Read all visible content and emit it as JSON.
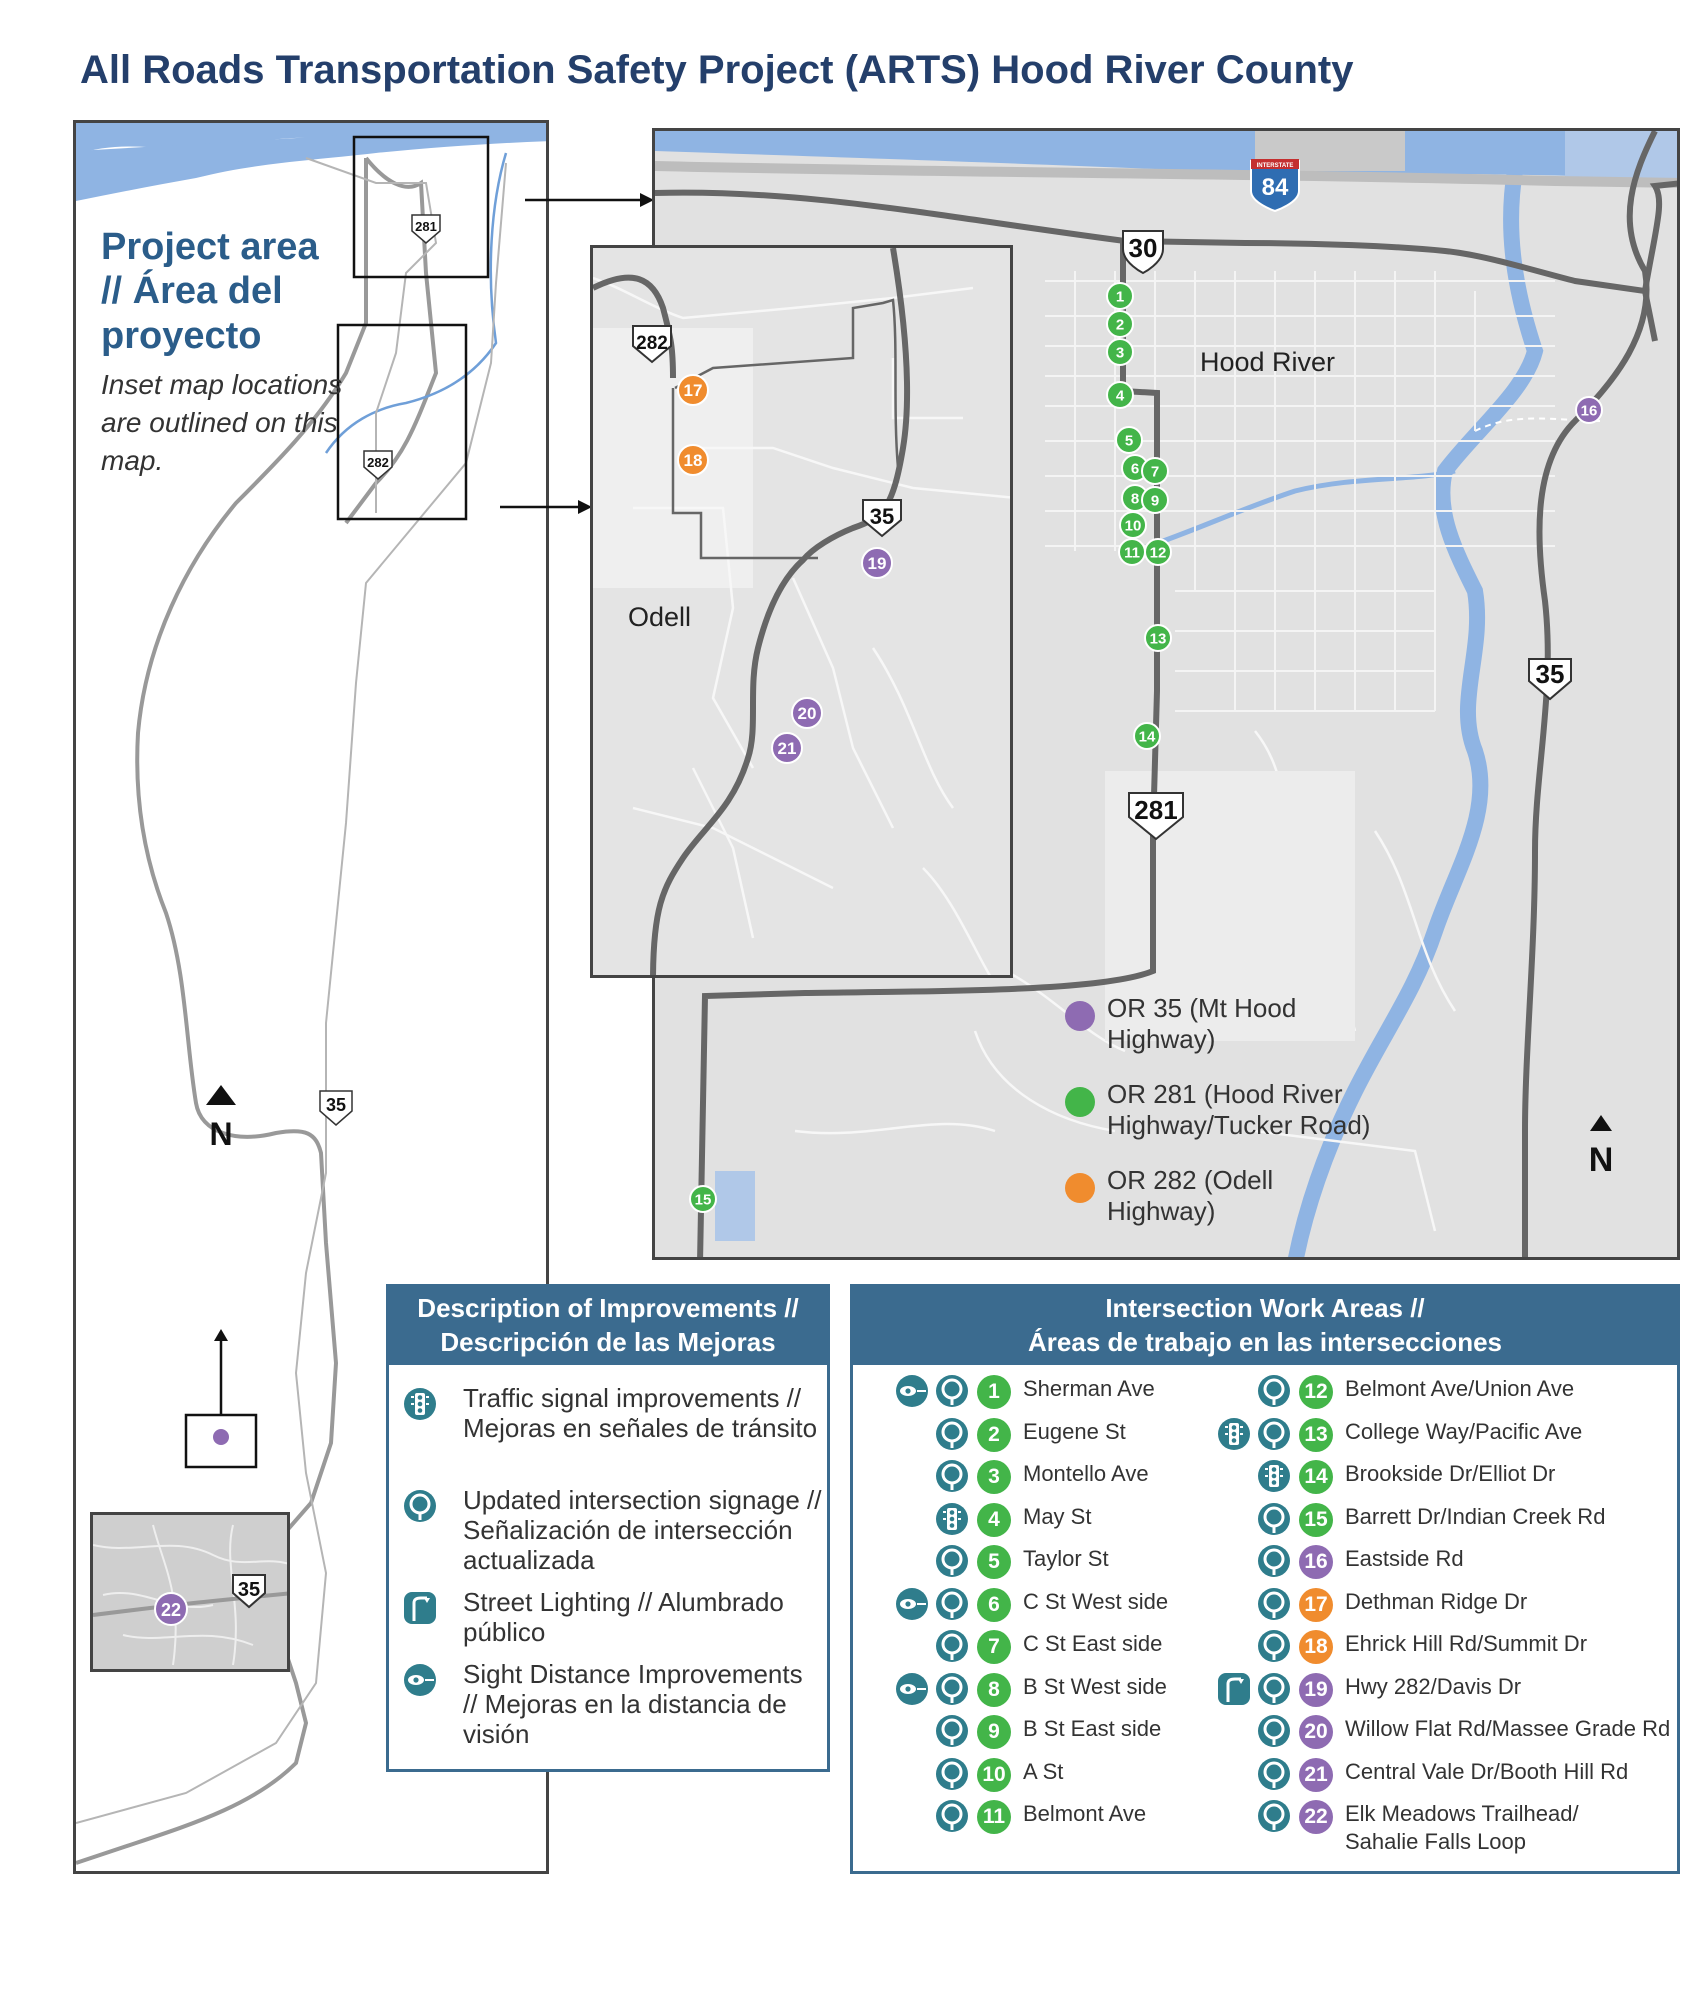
{
  "title": "All Roads Transportation Safety Project (ARTS) Hood River County",
  "overview": {
    "title_line1": "Project area",
    "title_line2": "// Área del",
    "title_line3": "proyecto",
    "note": "Inset map locations are outlined on this map.",
    "north_label": "N",
    "shields": [
      "281",
      "282",
      "35"
    ]
  },
  "main_map": {
    "place_label": "Hood River",
    "shields": [
      "84",
      "30",
      "35",
      "281"
    ],
    "interstate_banner": "INTERSTATE",
    "north_label": "N",
    "markers": [
      {
        "n": "1",
        "route": "OR 281",
        "color": "#43b549"
      },
      {
        "n": "2",
        "route": "OR 281",
        "color": "#43b549"
      },
      {
        "n": "3",
        "route": "OR 281",
        "color": "#43b549"
      },
      {
        "n": "4",
        "route": "OR 281",
        "color": "#43b549"
      },
      {
        "n": "5",
        "route": "OR 281",
        "color": "#43b549"
      },
      {
        "n": "6",
        "route": "OR 281",
        "color": "#43b549"
      },
      {
        "n": "7",
        "route": "OR 281",
        "color": "#43b549"
      },
      {
        "n": "8",
        "route": "OR 281",
        "color": "#43b549"
      },
      {
        "n": "9",
        "route": "OR 281",
        "color": "#43b549"
      },
      {
        "n": "10",
        "route": "OR 281",
        "color": "#43b549"
      },
      {
        "n": "11",
        "route": "OR 281",
        "color": "#43b549"
      },
      {
        "n": "12",
        "route": "OR 281",
        "color": "#43b549"
      },
      {
        "n": "13",
        "route": "OR 281",
        "color": "#43b549"
      },
      {
        "n": "14",
        "route": "OR 281",
        "color": "#43b549"
      },
      {
        "n": "15",
        "route": "OR 281",
        "color": "#43b549"
      },
      {
        "n": "16",
        "route": "OR 35",
        "color": "#8e6bb2"
      }
    ],
    "route_legend": [
      {
        "label": "OR 35 (Mt Hood Highway)",
        "color": "#8e6bb2"
      },
      {
        "label": "OR 281 (Hood River Highway/Tucker Road)",
        "color": "#43b549"
      },
      {
        "label": "OR 282 (Odell Highway)",
        "color": "#f08c2e"
      }
    ]
  },
  "odell_inset": {
    "place_label": "Odell",
    "shields": [
      "282",
      "35"
    ],
    "markers": [
      {
        "n": "17",
        "color": "#f08c2e"
      },
      {
        "n": "18",
        "color": "#f08c2e"
      },
      {
        "n": "19",
        "color": "#8e6bb2"
      },
      {
        "n": "20",
        "color": "#8e6bb2"
      },
      {
        "n": "21",
        "color": "#8e6bb2"
      }
    ]
  },
  "eastside_inset": {
    "shield": "35",
    "marker": {
      "n": "22",
      "color": "#8e6bb2"
    }
  },
  "improvements_legend": {
    "heading_line1": "Description of Improvements //",
    "heading_line2": "Descripción de las Mejoras",
    "items": [
      {
        "icon": "traffic-signal-icon",
        "label": "Traffic signal improvements // Mejoras en señales de tránsito"
      },
      {
        "icon": "intersection-signage-icon",
        "label": "Updated intersection signage // Señalización de intersección actualizada"
      },
      {
        "icon": "street-light-icon",
        "label": "Street Lighting // Alumbrado público"
      },
      {
        "icon": "sight-distance-icon",
        "label": "Sight Distance Improvements // Mejoras en la distancia de visión"
      }
    ]
  },
  "intersections_legend": {
    "heading_line1": "Intersection Work Areas //",
    "heading_line2": "Áreas de trabajo en las intersecciones",
    "items": [
      {
        "n": "1",
        "label": "Sherman Ave",
        "color": "#43b549",
        "icons": [
          "sight",
          "signage"
        ]
      },
      {
        "n": "2",
        "label": "Eugene St",
        "color": "#43b549",
        "icons": [
          "signage"
        ]
      },
      {
        "n": "3",
        "label": "Montello Ave",
        "color": "#43b549",
        "icons": [
          "signage"
        ]
      },
      {
        "n": "4",
        "label": "May St",
        "color": "#43b549",
        "icons": [
          "signal"
        ]
      },
      {
        "n": "5",
        "label": "Taylor St",
        "color": "#43b549",
        "icons": [
          "signage"
        ]
      },
      {
        "n": "6",
        "label": "C St West side",
        "color": "#43b549",
        "icons": [
          "sight",
          "signage"
        ]
      },
      {
        "n": "7",
        "label": "C St East side",
        "color": "#43b549",
        "icons": [
          "signage"
        ]
      },
      {
        "n": "8",
        "label": "B St West side",
        "color": "#43b549",
        "icons": [
          "sight",
          "signage"
        ]
      },
      {
        "n": "9",
        "label": "B St East side",
        "color": "#43b549",
        "icons": [
          "signage"
        ]
      },
      {
        "n": "10",
        "label": "A St",
        "color": "#43b549",
        "icons": [
          "signage"
        ]
      },
      {
        "n": "11",
        "label": "Belmont Ave",
        "color": "#43b549",
        "icons": [
          "signage"
        ]
      },
      {
        "n": "12",
        "label": "Belmont Ave/Union Ave",
        "color": "#43b549",
        "icons": [
          "signage"
        ]
      },
      {
        "n": "13",
        "label": "College Way/Pacific Ave",
        "color": "#43b549",
        "icons": [
          "signal",
          "signage"
        ]
      },
      {
        "n": "14",
        "label": "Brookside Dr/Elliot Dr",
        "color": "#43b549",
        "icons": [
          "signal"
        ]
      },
      {
        "n": "15",
        "label": "Barrett Dr/Indian Creek Rd",
        "color": "#43b549",
        "icons": [
          "signage"
        ]
      },
      {
        "n": "16",
        "label": "Eastside Rd",
        "color": "#8e6bb2",
        "icons": [
          "signage"
        ]
      },
      {
        "n": "17",
        "label": "Dethman Ridge Dr",
        "color": "#f08c2e",
        "icons": [
          "signage"
        ]
      },
      {
        "n": "18",
        "label": "Ehrick Hill Rd/Summit Dr",
        "color": "#f08c2e",
        "icons": [
          "signage"
        ]
      },
      {
        "n": "19",
        "label": "Hwy 282/Davis Dr",
        "color": "#8e6bb2",
        "icons": [
          "light",
          "signage"
        ]
      },
      {
        "n": "20",
        "label": "Willow Flat Rd/Massee Grade Rd",
        "color": "#8e6bb2",
        "icons": [
          "signage"
        ]
      },
      {
        "n": "21",
        "label": "Central Vale Dr/Booth Hill Rd",
        "color": "#8e6bb2",
        "icons": [
          "signage"
        ]
      },
      {
        "n": "22",
        "label": "Elk Meadows Trailhead/ Sahalie Falls Loop",
        "color": "#8e6bb2",
        "icons": [
          "signage"
        ]
      }
    ]
  },
  "colors": {
    "title": "#243f6b",
    "legend_header": "#3b6b8f",
    "water": "#8fb4e3",
    "or35": "#8e6bb2",
    "or281": "#43b549",
    "or282": "#f08c2e",
    "icon_teal": "#2f7d8c"
  }
}
